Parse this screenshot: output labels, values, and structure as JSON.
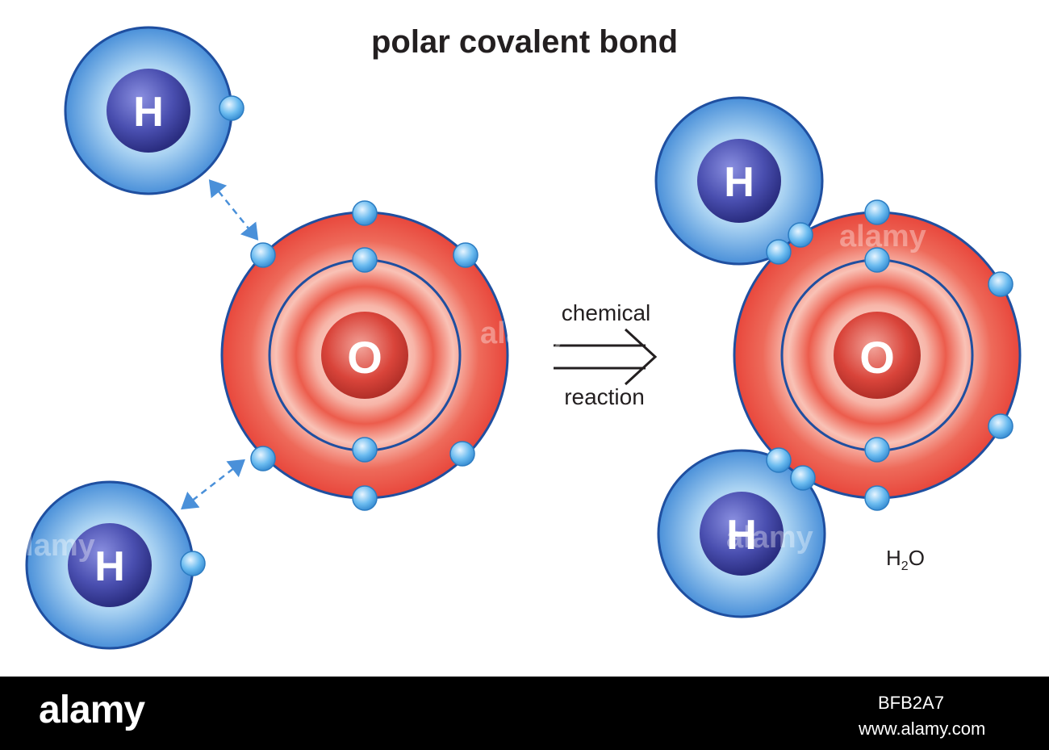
{
  "title": "polar covalent bond",
  "arrow": {
    "top_label": "chemical",
    "bottom_label": "reaction"
  },
  "formula": {
    "element1": "H",
    "subscript": "2",
    "element2": "O"
  },
  "atoms": {
    "hydrogen_symbol": "H",
    "oxygen_symbol": "O"
  },
  "watermark": {
    "text": "alamy"
  },
  "footer": {
    "brand": "alamy",
    "image_id": "BFB2A7",
    "site": "www.alamy.com"
  },
  "colors": {
    "hydrogen_outer": "#4a90d9",
    "hydrogen_nucleus": "#3b3fa0",
    "oxygen_shell": "#e8473c",
    "electron": "#5aaee8",
    "outline": "#1f4fa0",
    "arrow_dashed": "#4a90d9"
  }
}
